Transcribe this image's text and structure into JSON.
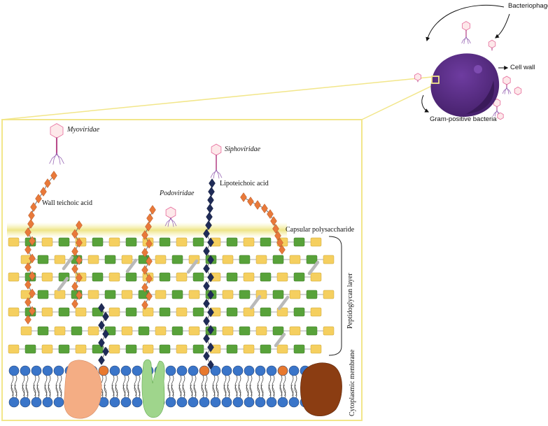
{
  "labels": {
    "myoviridae": "Myoviridae",
    "siphoviridae": "Siphoviridae",
    "podoviridae": "Podoviridae",
    "wall_teichoic_acid": "Wall teichoic acid",
    "lipoteichoic_acid": "Lipoteichoic acid",
    "capsular_polysaccharide": "Capsular polysaccharide",
    "peptidoglycan_layer": "Peptidoglycan layer",
    "cytoplasmic_membrane": "Cytoplasmic membrane",
    "bacteriophage": "Bacteriophage",
    "cell_wall": "Cell wall",
    "gram_positive_bacteria": "Gram-positive bacteria"
  },
  "colors": {
    "nam": "#f5cf5f",
    "nag": "#58a23a",
    "wta": "#e8793a",
    "lta": "#1f2b57",
    "lipid_head": "#3a75c9",
    "lipid_head_special": "#e8792e",
    "protein_1": "#f4ad84",
    "protein_2": "#9fd58c",
    "protein_3": "#8b3d12",
    "frame": "#f2e68a",
    "bacterium": "#5a2d82",
    "phage_head": "#e66a9a"
  }
}
